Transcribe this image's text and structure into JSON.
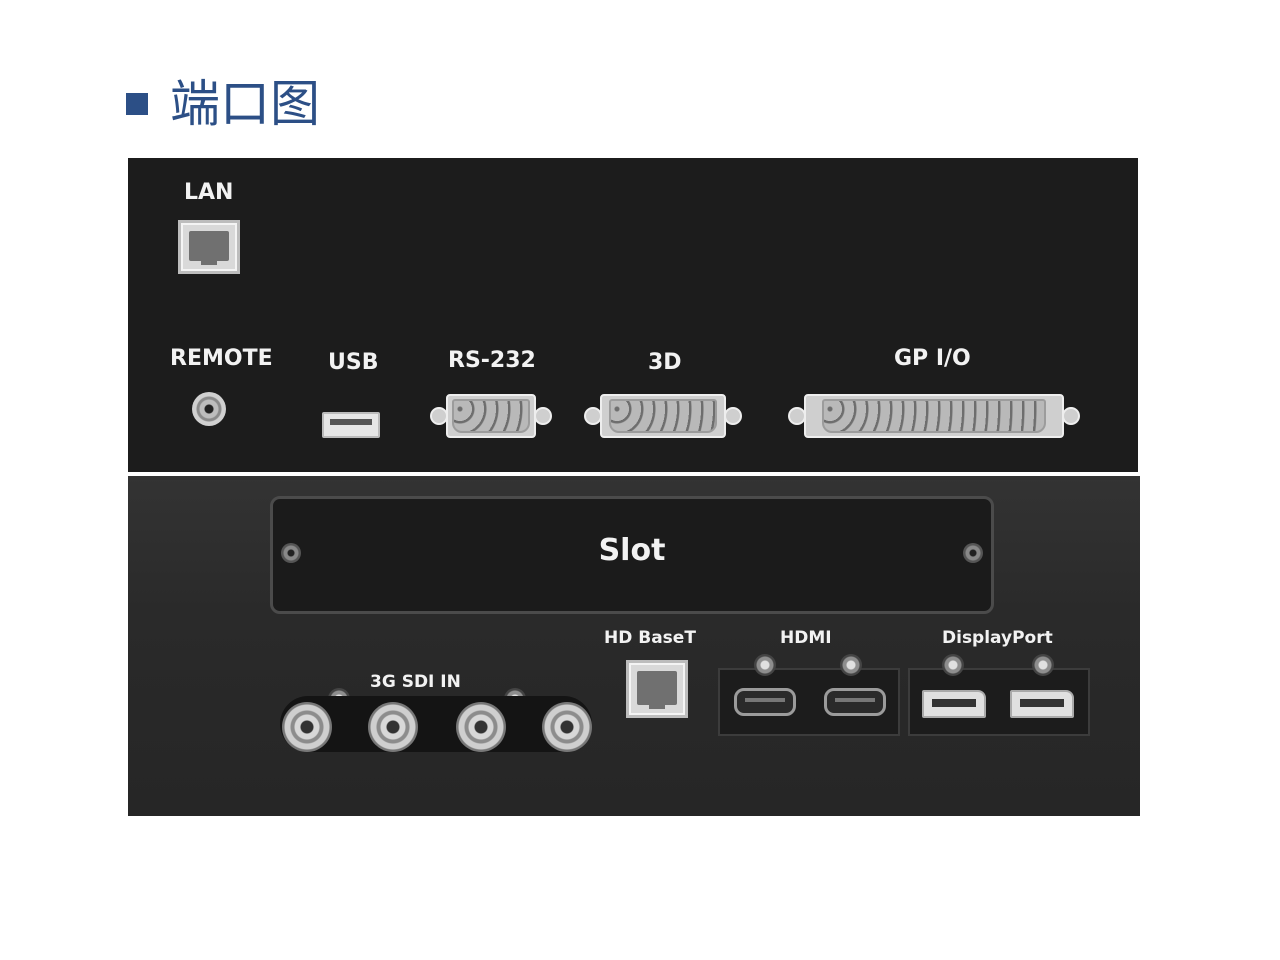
{
  "heading": {
    "text": "端口图"
  },
  "colors": {
    "heading": "#2c4f86",
    "panel": "#1c1c1c"
  },
  "panel_top": {
    "lan": "LAN",
    "remote": "REMOTE",
    "usb": "USB",
    "rs232": "RS-232",
    "port_3d": "3D",
    "gpio": "GP I/O"
  },
  "panel_bottom": {
    "slot": "Slot",
    "sdi_in": "3G SDI IN",
    "hdbaset": "HD BaseT",
    "hdmi": "HDMI",
    "displayport": "DisplayPort"
  }
}
